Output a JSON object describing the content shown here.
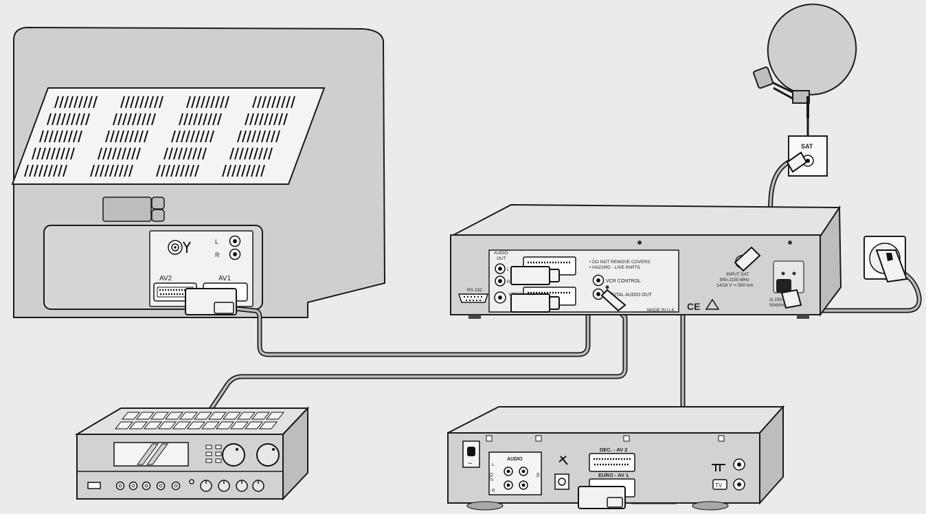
{
  "tv": {
    "av2": "AV2",
    "av1": "AV1",
    "audio_l": "L",
    "audio_r": "R"
  },
  "receiver": {
    "audio_out_1": "AUDIO",
    "audio_out_2": "OUT",
    "ch_l": "L",
    "ch_r": "R",
    "rs232": "RS 232",
    "video": "VIDEO",
    "warning_1": "• DO NOT REMOVE COVERS",
    "warning_2": "• HAZARD · LIVE PARTS",
    "vcr_control": "VCR CONTROL",
    "digital_audio_out": "DIGITAL AUDIO OUT",
    "made_in": "MADE IN U.K.",
    "ce_mark": "CE",
    "input_sat_1": "INPUT SAT",
    "input_sat_2": "950-2150 MHz",
    "input_sat_3": "14/18 V ⎓ 500 mA",
    "power_1": "⊡ 230 V",
    "power_2": "50/60Hz 25 W"
  },
  "wall_socket": {
    "sat": "SAT"
  },
  "vcr": {
    "mains": "~",
    "audio": "AUDIO",
    "out_vertical": "OUT",
    "in_vertical": "IN",
    "ch_l": "L",
    "ch_r": "R",
    "dec_av2": "DEC. - AV 2",
    "euro_av1": "EURO - AV 1",
    "tv_label": "TV"
  }
}
